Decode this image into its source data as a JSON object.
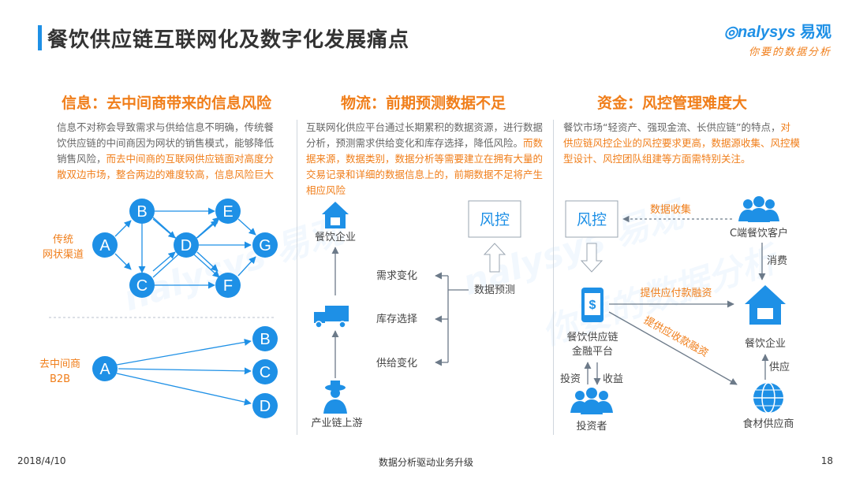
{
  "page": {
    "title": "餐饮供应链互联网化及数字化发展痛点",
    "logo_brand": "nalysys",
    "logo_cn": "易观",
    "logo_slogan": "你要的数据分析",
    "watermark_brand": "nalysys 易观",
    "watermark_slogan": "你要的数据分析"
  },
  "sections": [
    {
      "title": "信息：去中间商带来的信息风险",
      "desc_plain": "信息不对称会导致需求与供给信息不明确，传统餐饮供应链的中间商因为网状的销售模式，能够降低销售风险，",
      "desc_highlight": "而去中间商的互联网供应链面对高度分散双边市场，整合两边的难度较高，信息风险巨大"
    },
    {
      "title": "物流：前期预测数据不足",
      "desc_plain": "互联网化供应平台通过长期累积的数据资源，进行数据分析，预测需求供给变化和库存选择，降低风险。",
      "desc_highlight": "而数据来源，数据类别，数据分析等需要建立在拥有大量的交易记录和详细的数据信息上的，前期数据不足将产生相应风险"
    },
    {
      "title": "资金：风控管理难度大",
      "desc_plain": "餐饮市场“轻资产、强现金流、长供应链”的特点，",
      "desc_highlight": "对供应链风控企业的风控要求更高，数据源收集、风控模型设计、风控团队组建等方面需特别关注。"
    }
  ],
  "info_diagram": {
    "group_traditional_line1": "传统",
    "group_traditional_line2": "网状渠道",
    "group_b2b_line1": "去中间商",
    "group_b2b_line2": "B2B",
    "nodes": {
      "a": "A",
      "b": "B",
      "c": "C",
      "d": "D",
      "e": "E",
      "f": "F",
      "g": "G"
    }
  },
  "logistics_diagram": {
    "restaurant": "餐饮企业",
    "upstream": "产业链上游",
    "demand_change": "需求变化",
    "inventory_choice": "库存选择",
    "supply_change": "供给变化",
    "risk_box": "风控",
    "data_forecast": "数据预测"
  },
  "finance_diagram": {
    "risk_box": "风控",
    "data_collection": "数据收集",
    "c_end_customers": "C端餐饮客户",
    "consumption": "消费",
    "platform_line1": "餐饮供应链",
    "platform_line2": "金融平台",
    "payable_financing": "提供应付款融资",
    "receivable_financing": "提供应收款融资",
    "restaurant": "餐饮企业",
    "supply": "供应",
    "invest": "投资",
    "returns": "收益",
    "investors": "投资者",
    "food_supplier": "食材供应商"
  },
  "colors": {
    "primary": "#1e90e6",
    "accent": "#f07e1a",
    "text": "#555555"
  },
  "footer": {
    "date": "2018/4/10",
    "center": "数据分析驱动业务升级",
    "page": "18"
  }
}
